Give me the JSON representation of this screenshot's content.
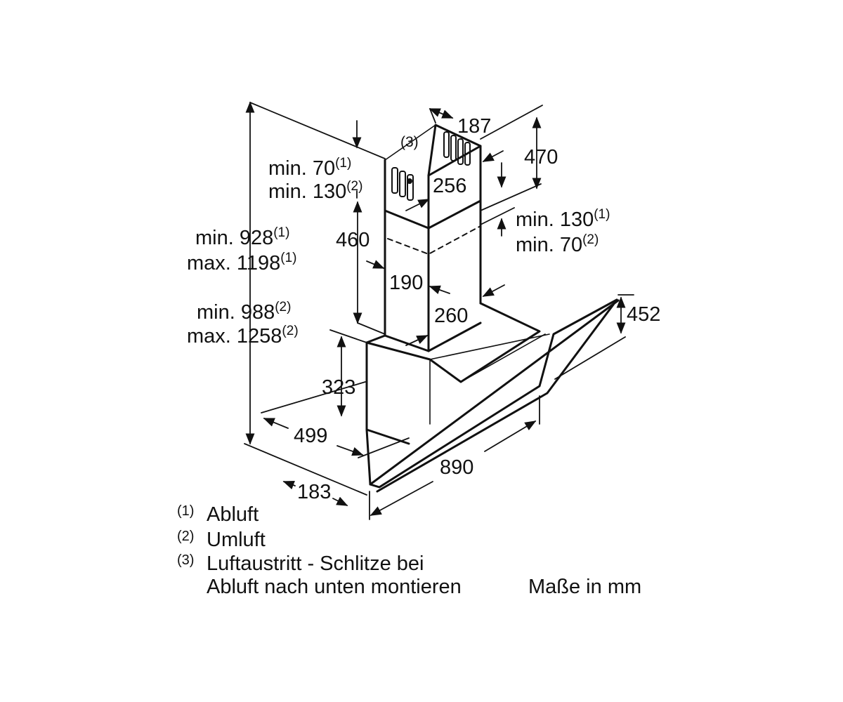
{
  "diagram": {
    "dimensions": {
      "chimney_depth": "187",
      "chimney_upper_height": "470",
      "chimney_width_upper": "256",
      "chimney_lower_height": "460",
      "chimney_width_lower": "190",
      "chimney_depth_lower": "260",
      "canopy_height": "452",
      "body_height": "323",
      "body_depth": "499",
      "front_depth": "183",
      "hood_width": "890"
    },
    "min_max": {
      "left_top": {
        "line1": "min. 70",
        "ref1": "(1)",
        "line2": "min. 130",
        "ref2": "(2)"
      },
      "right_top": {
        "line1": "min. 130",
        "ref1": "(1)",
        "line2": "min. 70",
        "ref2": "(2)"
      },
      "total_1": {
        "line1": "min. 928",
        "ref1": "(1)",
        "line2": "max. 1198",
        "ref2": "(1)"
      },
      "total_2": {
        "line1": "min. 988",
        "ref1": "(2)",
        "line2": "max. 1258",
        "ref2": "(2)"
      }
    },
    "slots_note_ref": "(3)"
  },
  "legend": [
    {
      "num": "(1)",
      "text": "Abluft"
    },
    {
      "num": "(2)",
      "text": "Umluft"
    },
    {
      "num": "(3)",
      "text": "Luftaustritt - Schlitze bei"
    },
    {
      "num": "",
      "text": "Abluft nach unten montieren"
    }
  ],
  "units": "Maße in mm"
}
